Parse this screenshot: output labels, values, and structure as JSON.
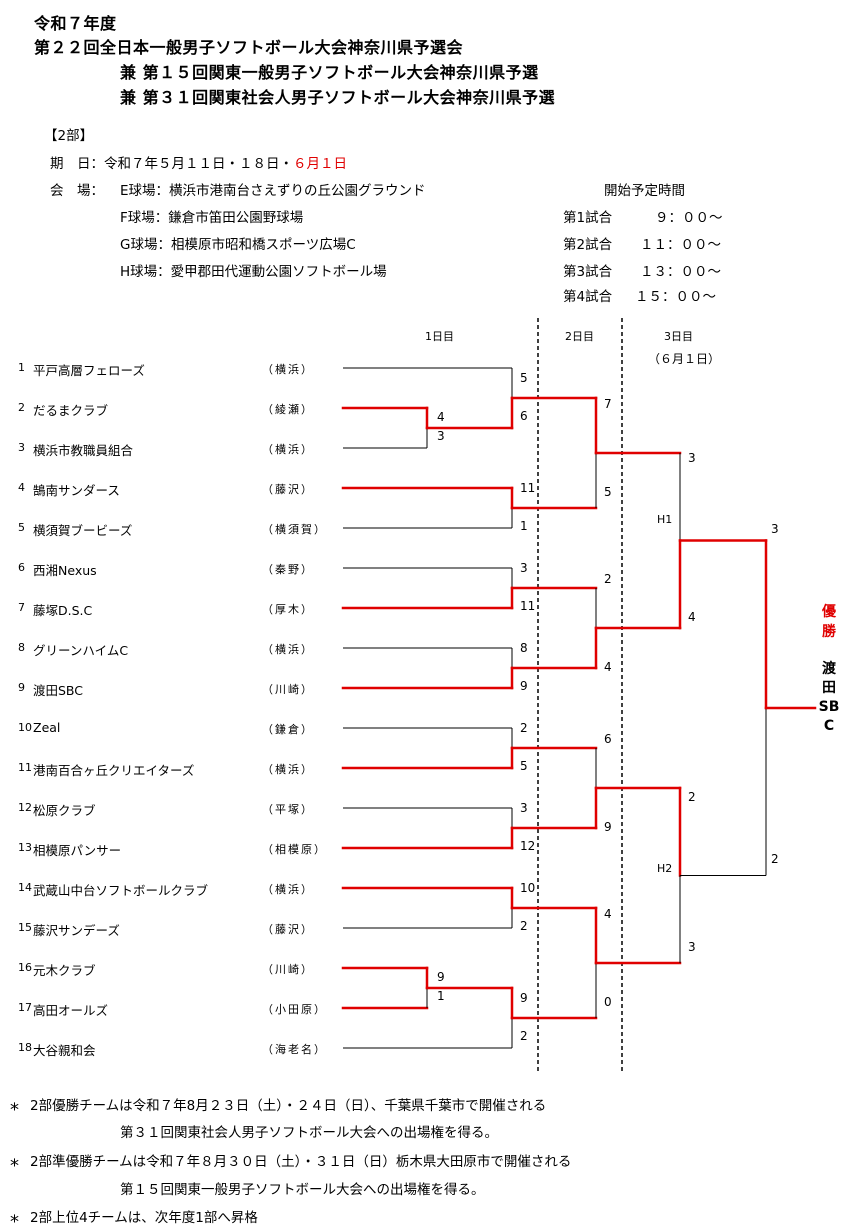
{
  "header": {
    "line1": "令和７年度",
    "line2": "第２２回全日本一般男子ソフトボール大会神奈川県予選会",
    "line3": "兼 第１５回関東一般男子ソフトボール大会神奈川県予選",
    "line4": "兼 第３１回関東社会人男子ソフトボール大会神奈川県予選"
  },
  "division": "【2部】",
  "dates": {
    "label": "期　日：",
    "normal": "令和７年５月１１日・１８日・",
    "red": "６月１日"
  },
  "venues": {
    "label": "会　場：",
    "items": [
      "E球場：横浜市港南台さえずりの丘公園グラウンド",
      "F球場：鎌倉市笛田公園野球場",
      "G球場：相模原市昭和橋スポーツ広場C",
      "H球場：愛甲郡田代運動公園ソフトボール場"
    ]
  },
  "schedule": {
    "title": "開始予定時間",
    "items": [
      {
        "label": "第1試合",
        "time": "９：００～"
      },
      {
        "label": "第2試合",
        "time": "１１：００～"
      },
      {
        "label": "第3試合",
        "time": "１３：００～"
      },
      {
        "label": "第4試合",
        "time": "１５：００～"
      }
    ]
  },
  "days": {
    "day1": "1日目",
    "day2": "2日目",
    "day3": "3日目",
    "day3_date": "（６月１日）"
  },
  "teams": [
    {
      "no": "1",
      "name": "平戸高層フェローズ",
      "pref": "（横浜）"
    },
    {
      "no": "2",
      "name": "だるまクラブ",
      "pref": "（綾瀬）"
    },
    {
      "no": "3",
      "name": "横浜市教職員組合",
      "pref": "（横浜）"
    },
    {
      "no": "4",
      "name": "鵠南サンダース",
      "pref": "（藤沢）"
    },
    {
      "no": "5",
      "name": "横須賀ブービーズ",
      "pref": "（横須賀）"
    },
    {
      "no": "6",
      "name": "西湘Nexus",
      "pref": "（秦野）"
    },
    {
      "no": "7",
      "name": "藤塚D.S.C",
      "pref": "（厚木）"
    },
    {
      "no": "8",
      "name": "グリーンハイムC",
      "pref": "（横浜）"
    },
    {
      "no": "9",
      "name": "渡田SBC",
      "pref": "（川崎）"
    },
    {
      "no": "10",
      "name": "Zeal",
      "pref": "（鎌倉）"
    },
    {
      "no": "11",
      "name": "港南百合ヶ丘クリエイターズ",
      "pref": "（横浜）"
    },
    {
      "no": "12",
      "name": "松原クラブ",
      "pref": "（平塚）"
    },
    {
      "no": "13",
      "name": "相模原パンサー",
      "pref": "（相模原）"
    },
    {
      "no": "14",
      "name": "武蔵山中台ソフトボールクラブ",
      "pref": "（横浜）"
    },
    {
      "no": "15",
      "name": "藤沢サンデーズ",
      "pref": "（藤沢）"
    },
    {
      "no": "16",
      "name": "元木クラブ",
      "pref": "（川崎）"
    },
    {
      "no": "17",
      "name": "高田オールズ",
      "pref": "（小田原）"
    },
    {
      "no": "18",
      "name": "大谷親和会",
      "pref": "（海老名）"
    }
  ],
  "scores": {
    "r0a_top": "4",
    "r0a_bot": "3",
    "r0b_top": "9",
    "r0b_bot": "1",
    "r1": [
      "5",
      "6",
      "11",
      "1",
      "3",
      "11",
      "8",
      "9",
      "2",
      "5",
      "3",
      "12",
      "10",
      "2",
      "9",
      "2"
    ],
    "r2": [
      "7",
      "5",
      "2",
      "4",
      "6",
      "9",
      "4",
      "0"
    ],
    "r3": [
      "3",
      "4",
      "2",
      "3"
    ],
    "final": [
      "3",
      "2"
    ]
  },
  "semis": {
    "h1": "H1",
    "h2": "H2"
  },
  "champion": {
    "label": "優勝",
    "team": "渡田SBC"
  },
  "notes": {
    "mark": "⁎",
    "n1a": "2部優勝チームは令和７年8月２３日（土）・２４日（日）、千葉県千葉市で開催される",
    "n1b": "第３１回関東社会人男子ソフトボール大会への出場権を得る。",
    "n2a": "2部準優勝チームは令和７年８月３０日（土）・３１日（日）栃木県大田原市で開催される",
    "n2b": "第１５回関東一般男子ソフトボール大会への出場権を得る。",
    "n3": "2部上位4チームは、次年度1部へ昇格"
  }
}
